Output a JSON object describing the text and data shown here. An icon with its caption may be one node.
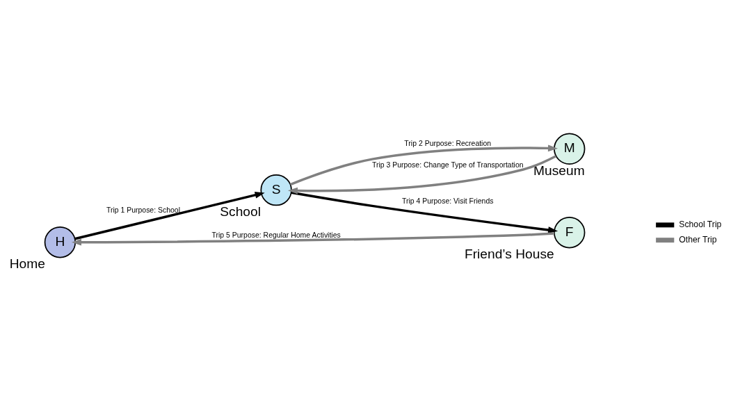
{
  "diagram": {
    "nodes": [
      {
        "text": [
          "H"
        ],
        "beside": [
          "Home"
        ]
      },
      {
        "text": [
          "S"
        ],
        "beside": [
          "School"
        ]
      },
      {
        "text": [
          "M"
        ],
        "beside": [
          "Museum"
        ]
      },
      {
        "text": [
          "F"
        ],
        "beside": [
          "Friend’s House"
        ]
      }
    ],
    "edges": [
      {
        "from": 0,
        "to": 1,
        "arrow": "to",
        "label": "Trip 1 Purpose: School",
        "color": "#000000"
      },
      {
        "from": 1,
        "to": 2,
        "arrow": "to",
        "label": "Trip 2 Purpose: Recreation",
        "color": "#808080"
      },
      {
        "from": 2,
        "to": 1,
        "arrow": "to",
        "label": "Trip 3 Purpose: Change Type of Transportation",
        "color": "#808080"
      },
      {
        "from": 1,
        "to": 3,
        "arrow": "to",
        "label": "Trip 4 Purpose: Visit Friends",
        "color": "#000000"
      },
      {
        "from": 3,
        "to": 0,
        "arrow": "to",
        "label": "Trip 5 Purpose: Regular Home Activities",
        "color": "#808080"
      }
    ],
    "legend": [
      {
        "text": "School Trip",
        "color": "#000000"
      },
      {
        "text": "Other Trip",
        "color": "#808080"
      }
    ]
  }
}
